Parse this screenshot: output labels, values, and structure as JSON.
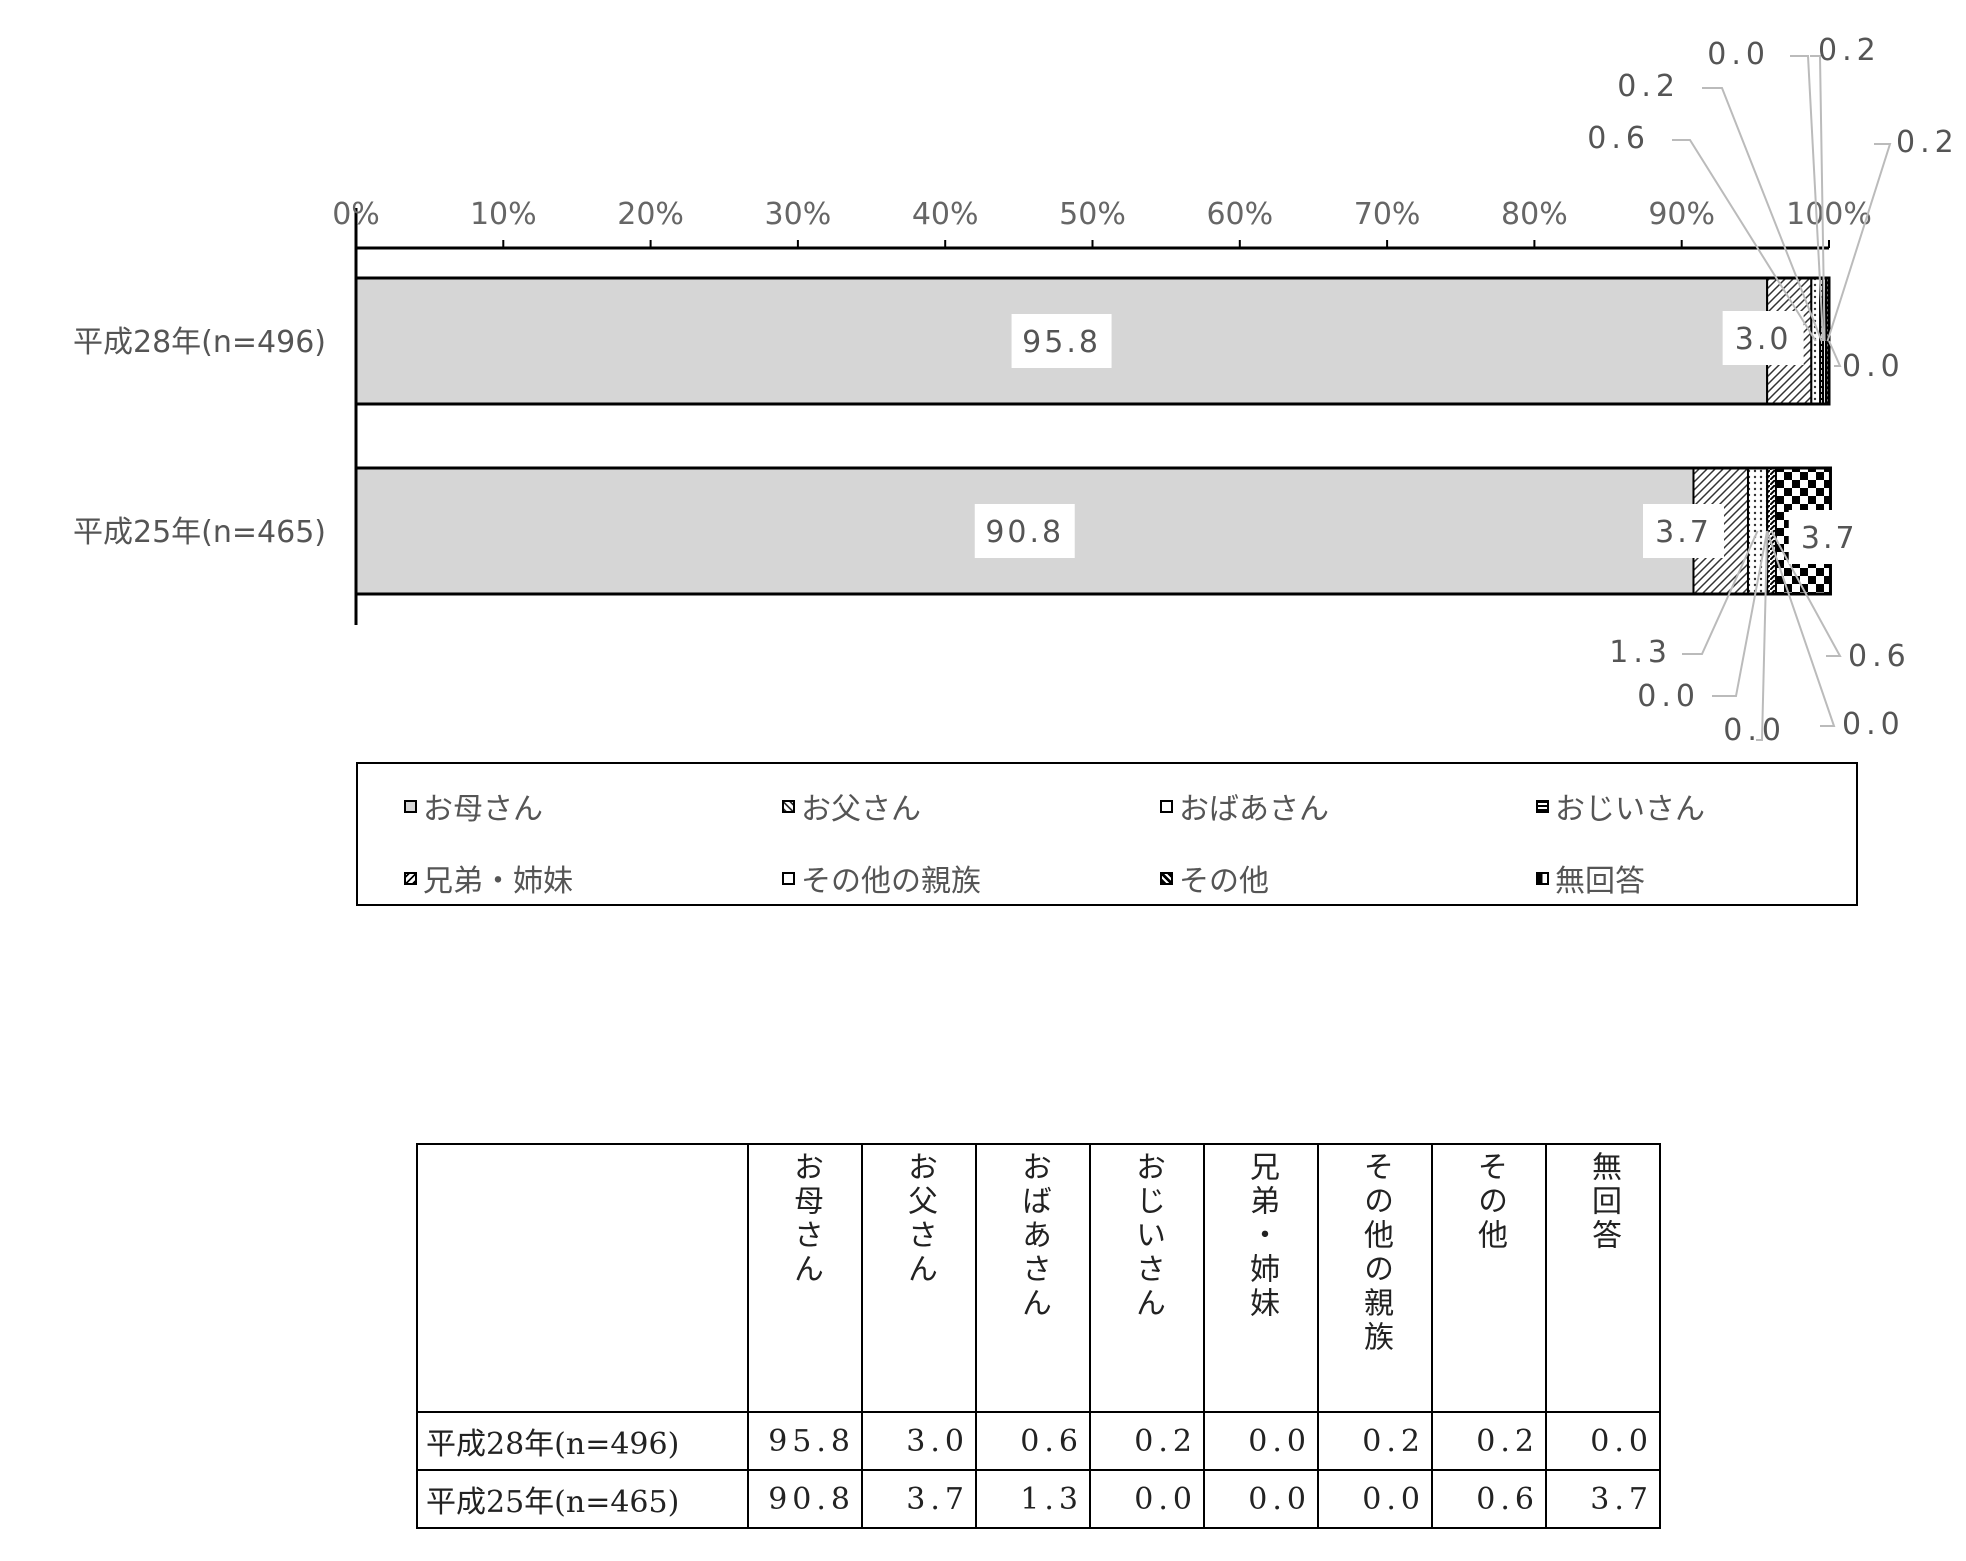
{
  "chart_data": {
    "type": "bar",
    "orientation": "horizontal",
    "stacked": true,
    "percent": true,
    "x_ticks": [
      "0%",
      "10%",
      "20%",
      "30%",
      "40%",
      "50%",
      "60%",
      "70%",
      "80%",
      "90%",
      "100%"
    ],
    "xlim": [
      0,
      100
    ],
    "series": [
      {
        "name": "お母さん",
        "values": [
          95.8,
          90.8
        ],
        "pattern": "gray"
      },
      {
        "name": "お父さん",
        "values": [
          3.0,
          3.7
        ],
        "pattern": "diagonal"
      },
      {
        "name": "おばあさん",
        "values": [
          0.6,
          1.3
        ],
        "pattern": "dots"
      },
      {
        "name": "おじいさん",
        "values": [
          0.2,
          0.0
        ],
        "pattern": "horizontal"
      },
      {
        "name": "兄弟・姉妹",
        "values": [
          0.0,
          0.0
        ],
        "pattern": "crosshatch"
      },
      {
        "name": "その他の親族",
        "values": [
          0.2,
          0.0
        ],
        "pattern": "white"
      },
      {
        "name": "その他",
        "values": [
          0.2,
          0.6
        ],
        "pattern": "dense-diagonal"
      },
      {
        "name": "無回答",
        "values": [
          0.0,
          3.7
        ],
        "pattern": "checker"
      }
    ],
    "categories": [
      "平成28年(n=496)",
      "平成25年(n=465)"
    ],
    "data_labels": [
      [
        "95.8",
        "3.0",
        "0.6",
        "0.2",
        "0.0",
        "0.2",
        "0.2",
        "0.0"
      ],
      [
        "90.8",
        "3.7",
        "1.3",
        "0.0",
        "0.0",
        "0.0",
        "0.6",
        "3.7"
      ]
    ],
    "legend_position": "bottom",
    "grid": false
  },
  "legend": {
    "items": [
      "お母さん",
      "お父さん",
      "おばあさん",
      "おじいさん",
      "兄弟・姉妹",
      "その他の親族",
      "その他",
      "無回答"
    ]
  },
  "table": {
    "headers": [
      "お母さん",
      "お父さん",
      "おばあさん",
      "おじいさん",
      "兄弟・姉妹",
      "その他の親族",
      "その他",
      "無回答"
    ],
    "rows": [
      {
        "label": "平成28年(n=496)",
        "values": [
          "95.8",
          "3.0",
          "0.6",
          "0.2",
          "0.0",
          "0.2",
          "0.2",
          "0.0"
        ]
      },
      {
        "label": "平成25年(n=465)",
        "values": [
          "90.8",
          "3.7",
          "1.3",
          "0.0",
          "0.0",
          "0.0",
          "0.6",
          "3.7"
        ]
      }
    ]
  }
}
